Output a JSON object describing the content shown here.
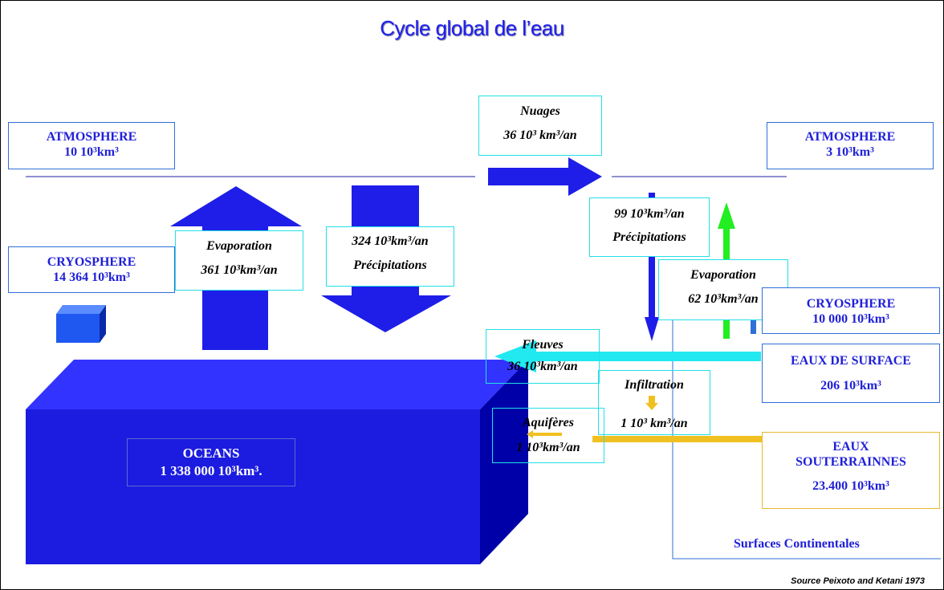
{
  "title": "Cycle global de l’eau",
  "source": "Source Peixoto and Ketani 1973",
  "colors": {
    "ocean": "#2020e8",
    "accent_blue": "#1f1ff0",
    "cyan": "#22e8f0",
    "gold": "#f0c020",
    "green": "#22ee22"
  },
  "left": {
    "atmosphere": {
      "name": "ATMOSPHERE",
      "value": "10  10³km³"
    },
    "cryosphere": {
      "name": "CRYOSPHERE",
      "value": "14 364  10³km³"
    },
    "oceans": {
      "name": "OCEANS",
      "value": "1 338 000  10³km³."
    },
    "evaporation": {
      "label": "Evaporation",
      "value": "361  10³km³/an"
    },
    "precipitation": {
      "value": "324  10³km³/an",
      "label": "Précipitations"
    }
  },
  "transfer": {
    "label": "Nuages",
    "value": "36  10³ km³/an"
  },
  "right": {
    "atmosphere": {
      "name": "ATMOSPHERE",
      "value": "3  10³km³"
    },
    "precipitation": {
      "value": "99 10³km³/an",
      "label": "Précipitations"
    },
    "evaporation": {
      "label": "Evaporation",
      "value": "62  10³km³/an"
    },
    "cryosphere": {
      "name": "CRYOSPHERE",
      "value": "10 000  10³km³"
    },
    "surface": {
      "name": "EAUX DE SURFACE",
      "value": "206  10³km³"
    },
    "ground": {
      "name1": "EAUX",
      "name2": "SOUTERRAINNES",
      "value": "23.400  10³km³"
    },
    "fleuves": {
      "label": "Fleuves",
      "value": "36  10³km³/an"
    },
    "infiltration": {
      "label": "Infiltration",
      "value": "1  10³ km³/an"
    },
    "aquiferes": {
      "label": "Aquifères",
      "value": "1  10³km³/an"
    },
    "continent_label": "Surfaces Continentales"
  }
}
